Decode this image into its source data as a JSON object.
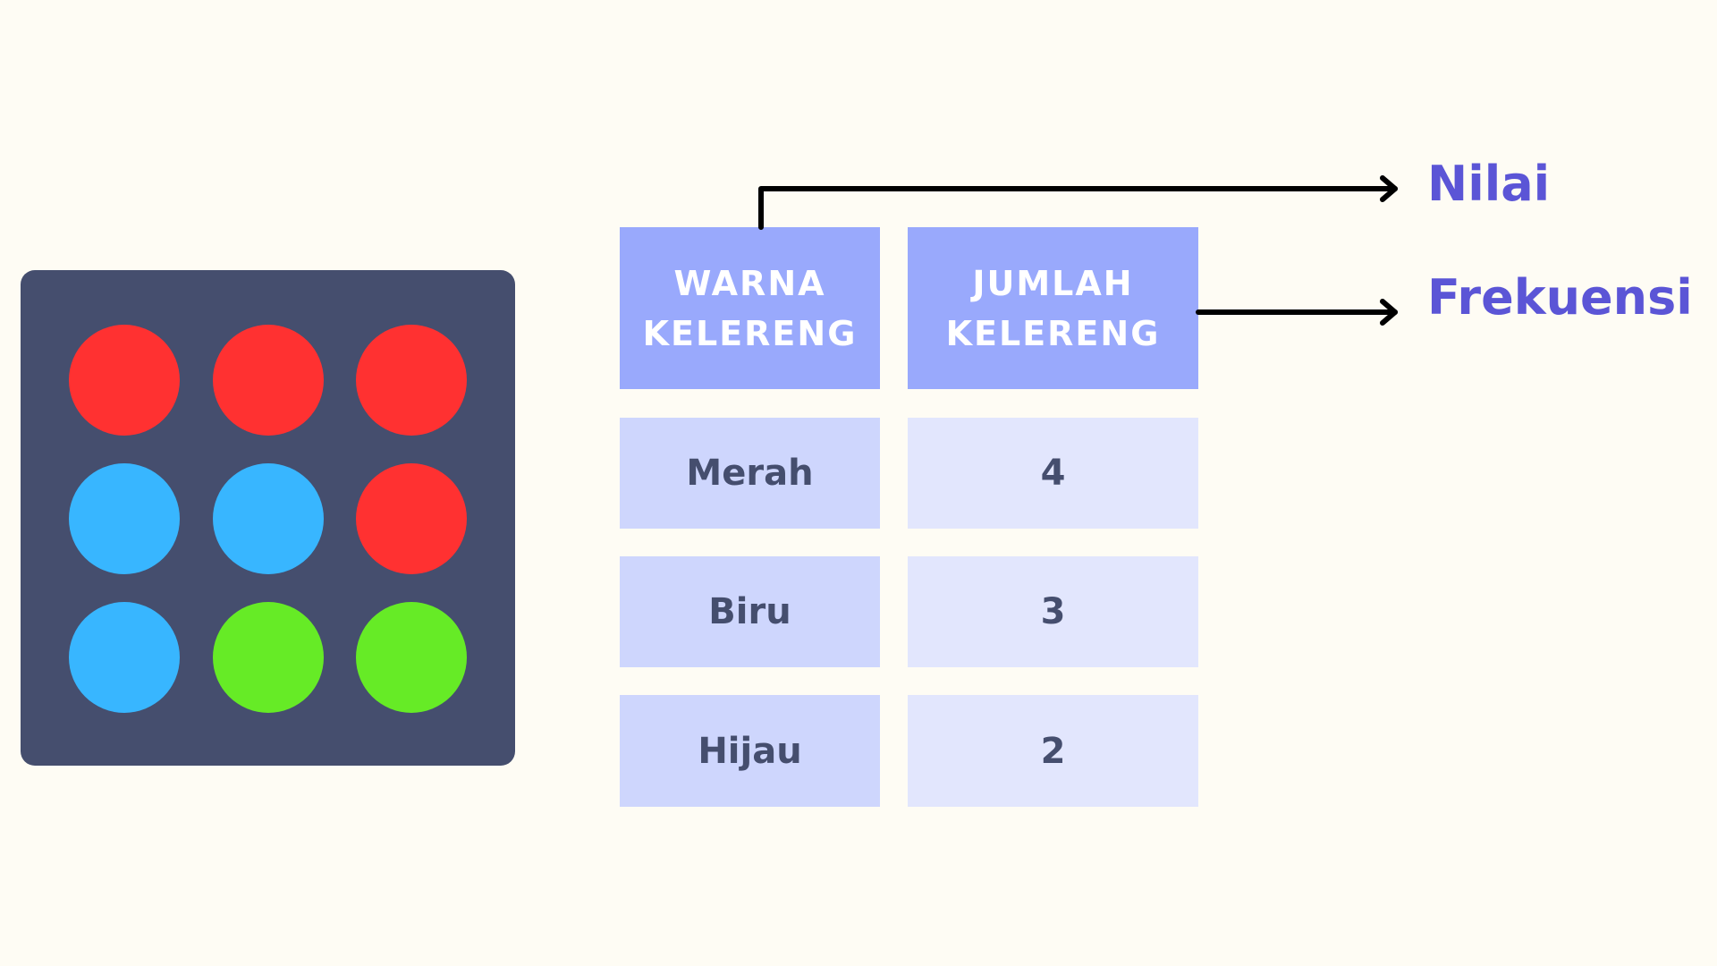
{
  "marbles": {
    "colors": {
      "red": "#ff3131",
      "blue": "#38b6ff",
      "green": "#66eb26"
    },
    "grid": [
      [
        "red",
        "red",
        "red"
      ],
      [
        "blue",
        "blue",
        "red"
      ],
      [
        "blue",
        "green",
        "green"
      ]
    ]
  },
  "table": {
    "headers": {
      "color": "WARNA\nKELERENG",
      "count": "JUMLAH\nKELERENG"
    },
    "rows": [
      {
        "color": "Merah",
        "count": "4"
      },
      {
        "color": "Biru",
        "count": "3"
      },
      {
        "color": "Hijau",
        "count": "2"
      }
    ]
  },
  "callouts": {
    "value_label": "Nilai",
    "frequency_label": "Frekuensi"
  },
  "theme": {
    "background": "#fefcf4",
    "board": "#454e6e",
    "header_fill": "#99a9fc",
    "left_cell_fill": "#ced6fd",
    "right_cell_fill": "#e2e6fd",
    "label_color": "#5b55d6"
  }
}
